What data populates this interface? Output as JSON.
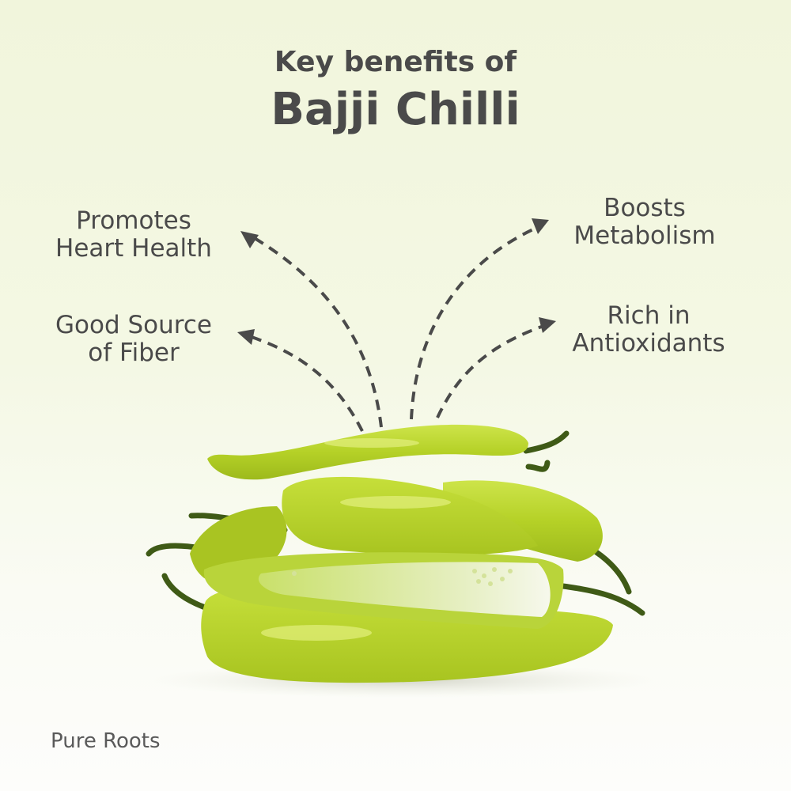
{
  "header": {
    "title_line1": "Key benefits of",
    "title_line2": "Bajji Chilli"
  },
  "benefits": [
    {
      "id": "heart",
      "line1": "Promotes",
      "line2": "Heart Health",
      "side": "left"
    },
    {
      "id": "fiber",
      "line1": "Good Source",
      "line2": "of Fiber",
      "side": "left"
    },
    {
      "id": "metabolism",
      "line1": "Boosts",
      "line2": "Metabolism",
      "side": "right"
    },
    {
      "id": "antioxidants",
      "line1": "Rich in",
      "line2": "Antioxidants",
      "side": "right"
    }
  ],
  "image": {
    "subject": "pile of green bajji chillies",
    "icon": "chilli-illustration"
  },
  "footer": {
    "brand": "Pure Roots"
  },
  "colors": {
    "text": "#4a4a4a",
    "background_top": "#f1f5dc",
    "background_bottom": "#fdfdfb",
    "chilli_green": "#b8d52a",
    "stem_green": "#3f5a16",
    "arrow": "#4a4a4a"
  }
}
